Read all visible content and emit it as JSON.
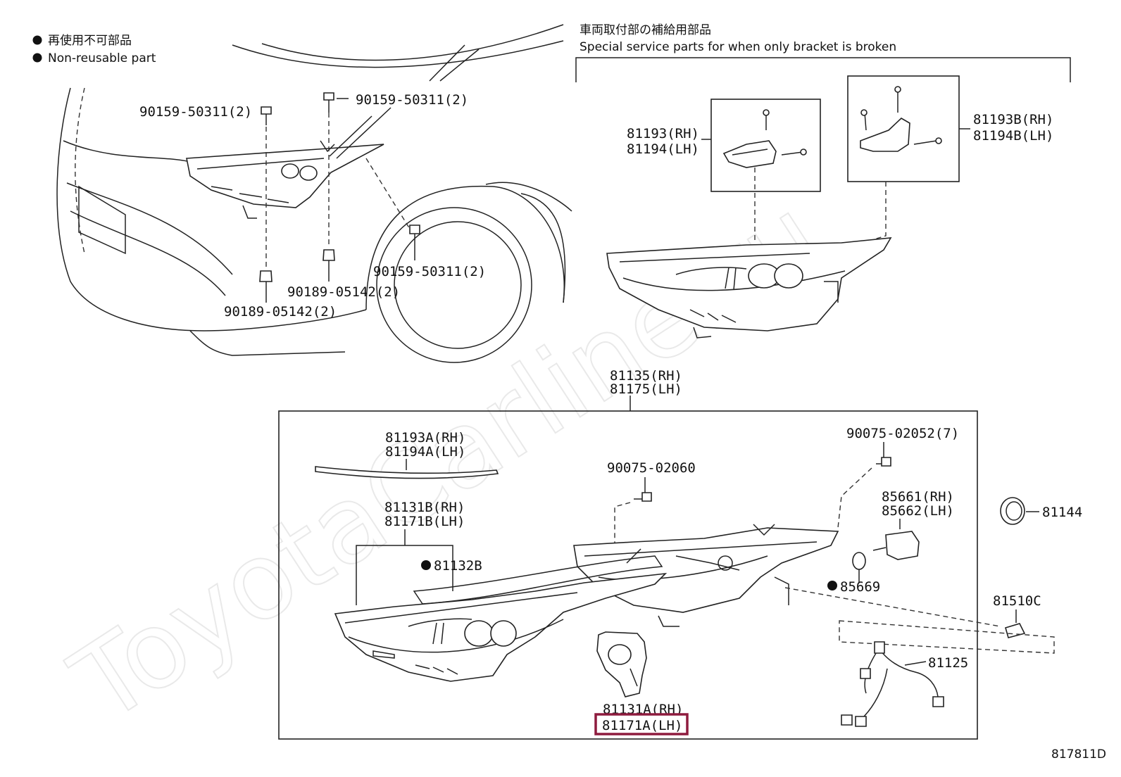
{
  "legend": {
    "jp": "再使用不可部品",
    "en": "Non-reusable part"
  },
  "service_note": {
    "jp": "車両取付部の補給用部品",
    "en": "Special service parts for when only bracket is broken"
  },
  "watermark": "ToyotaCarline.ru",
  "figure_code": "817811D",
  "labels": {
    "bolt_a": "90159-50311(2)",
    "bolt_b": "90159-50311(2)",
    "bolt_c": "90159-50311(2)",
    "nut_a": "90189-05142(2)",
    "nut_b": "90189-05142(2)",
    "bracket1_rh": "81193(RH)",
    "bracket1_lh": "81194(LH)",
    "bracket2_rh": "81193B(RH)",
    "bracket2_lh": "81194B(LH)",
    "assy_rh": "81135(RH)",
    "assy_lh": "81175(LH)",
    "strip_rh": "81193A(RH)",
    "strip_lh": "81194A(LH)",
    "screw_7": "90075-02052(7)",
    "screw_1": "90075-02060",
    "lens_rh": "81131B(RH)",
    "lens_lh": "81171B(LH)",
    "gasket": "81132B",
    "socket_rh": "85661(RH)",
    "socket_lh": "85662(LH)",
    "cap": "81144",
    "oring": "85669",
    "plug": "81510C",
    "harness": "81125",
    "unit_rh": "81131A(RH)",
    "unit_lh": "81171A(LH)"
  },
  "highlight_color": "#8e1b3e"
}
